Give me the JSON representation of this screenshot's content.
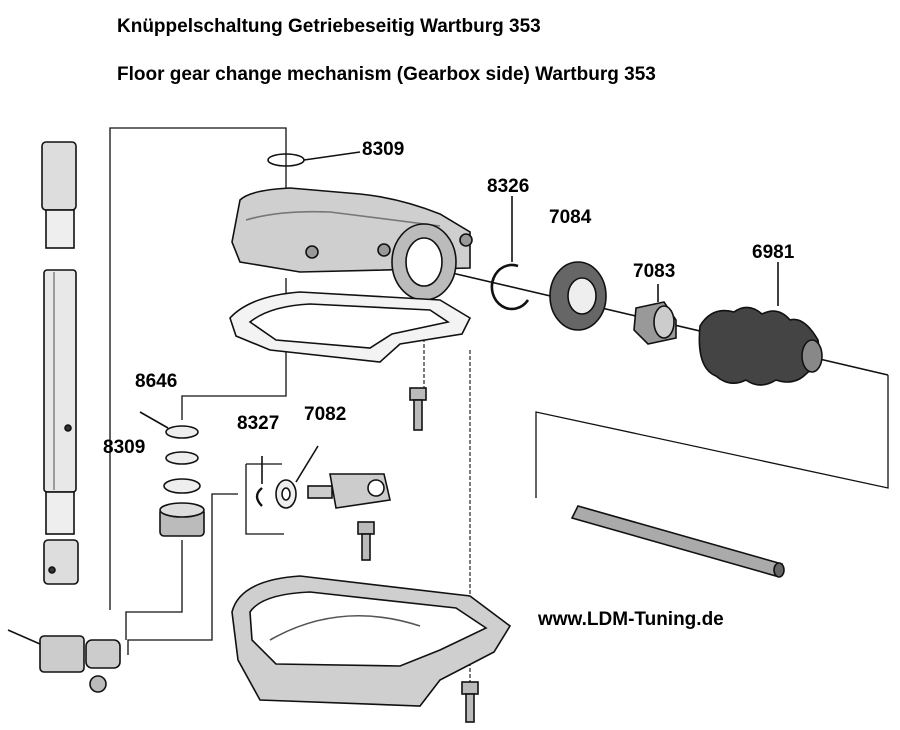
{
  "title_de": "Knüppelschaltung Getriebeseitig Wartburg 353",
  "title_en": "Floor gear change mechanism (Gearbox side) Wartburg 353",
  "website": "www.LDM-Tuning.de",
  "parts": [
    "8309",
    "8326",
    "7084",
    "7083",
    "6981",
    "8646",
    "8309",
    "8327",
    "7082"
  ]
}
